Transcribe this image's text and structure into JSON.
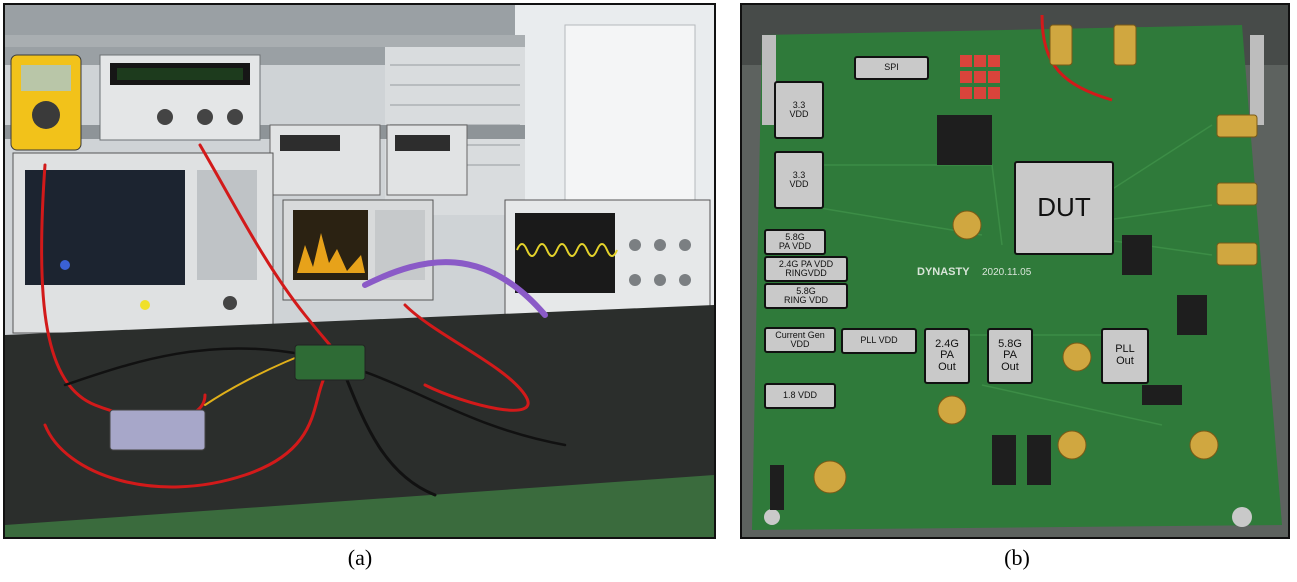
{
  "figure": {
    "panel_a": {
      "caption": "(a)"
    },
    "panel_b": {
      "caption": "(b)"
    },
    "board": {
      "silkscreen_brand": "DYNASTY",
      "silkscreen_date": "2020.11.05",
      "labels": {
        "spi": "SPI",
        "vdd33_top": "3.3\nVDD",
        "vdd33_bottom": "3.3\nVDD",
        "pa_vdd_58g": "5.8G\nPA VDD",
        "pa_vdd_24g": "2.4G PA VDD\nRINGVDD",
        "ring_vdd_58g": "5.8G\nRING VDD",
        "current_gen_vdd": "Current Gen\nVDD",
        "pll_vdd": "PLL VDD",
        "vdd18": "1.8 VDD",
        "pa_out_24g": "2.4G\nPA\nOut",
        "pa_out_58g": "5.8G\nPA\nOut",
        "pll_out": "PLL\nOut",
        "dut": "DUT"
      }
    }
  },
  "colors": {
    "pcb_green": "#2f7a3a",
    "label_fill": "#c9c9c9",
    "bench_mat": "#2b2e2c",
    "cable_red": "#d21a1a"
  }
}
